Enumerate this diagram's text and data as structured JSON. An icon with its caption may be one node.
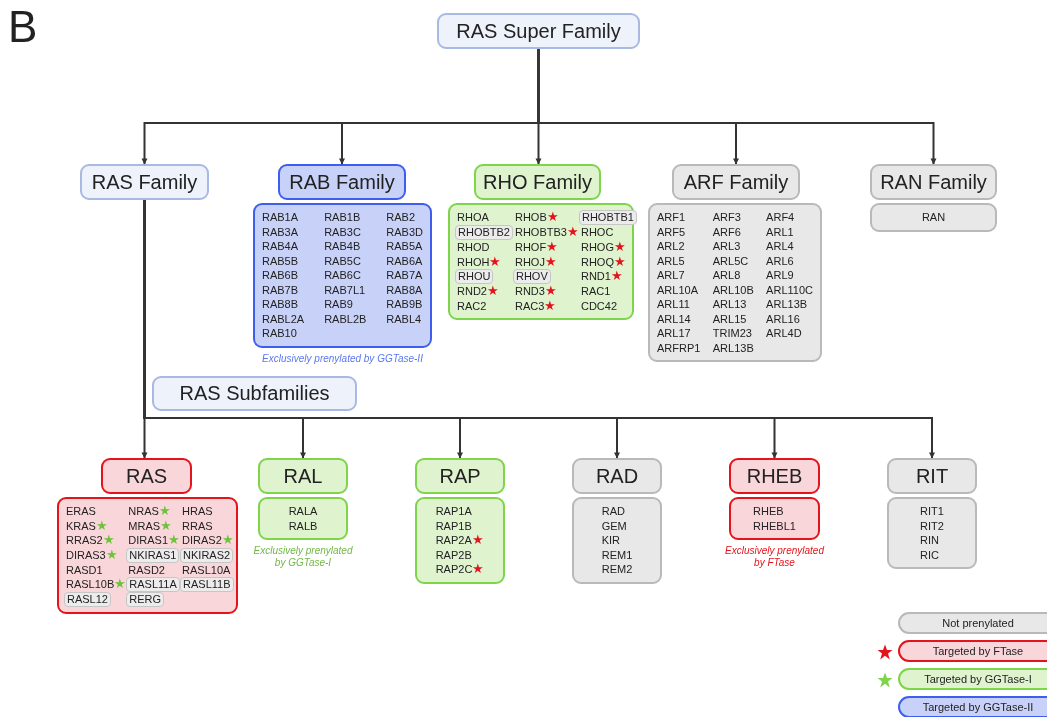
{
  "diagram": {
    "nodes": [
      {
        "text": [
          "RAS Super Family"
        ]
      },
      {
        "text": [
          "RAS Family"
        ]
      },
      {
        "text": [
          "RAB Family"
        ]
      },
      {
        "text": [
          "RAB1A",
          "RAB1B",
          "RAB2",
          "RAB3A",
          "RAB3C",
          "RAB3D",
          "RAB4A",
          "RAB4B",
          "RAB5A",
          "RAB5B",
          "RAB5C",
          "RAB6A",
          "RAB6B",
          "RAB6C",
          "RAB7A",
          "RAB7B",
          "RAB7L1",
          "RAB8A",
          "RAB8B",
          "RAB9",
          "RAB9B",
          "RABL2A",
          "RABL2B",
          "RABL4",
          "RAB10"
        ],
        "beside": [
          "Exclusively prenylated by GGTase-II"
        ]
      },
      {
        "text": [
          "RHO Family"
        ]
      },
      {
        "text": [
          "RHOA",
          "RHOB★",
          "RHOBTB3★",
          "RHOC",
          "RHOD",
          "RHOF★",
          "RHOG★",
          "RHOH★",
          "RHOJ★",
          "RHOQ★",
          "RND1★",
          "RND2★",
          "RND3★",
          "RAC1",
          "RAC2",
          "RAC3★",
          "CDC42"
        ]
      },
      {
        "text": [
          "RHOBTB1"
        ],
        "in": 5
      },
      {
        "text": [
          "RHOBTB2"
        ],
        "in": 5
      },
      {
        "text": [
          "RHOU"
        ],
        "in": 5
      },
      {
        "text": [
          "RHOV"
        ],
        "in": 5
      },
      {
        "text": [
          "ARF Family"
        ]
      },
      {
        "text": [
          "ARF1",
          "ARF3",
          "ARF4",
          "ARF5",
          "ARF6",
          "ARL1",
          "ARL2",
          "ARL3",
          "ARL4",
          "ARL5",
          "ARL5C",
          "ARL6",
          "ARL7",
          "ARL8",
          "ARL9",
          "ARL10A",
          "ARL10B",
          "ARL110C",
          "ARL11",
          "ARL13",
          "ARL13B",
          "ARL14",
          "ARL15",
          "ARL16",
          "ARL17",
          "TRIM23",
          "ARL4D",
          "ARFRP1",
          "ARL13B"
        ]
      },
      {
        "text": [
          "RAN Family"
        ]
      },
      {
        "text": [
          "RAN"
        ]
      },
      {
        "text": [
          "RAS Subfamilies"
        ]
      },
      {
        "text": [
          "RAS"
        ]
      },
      {
        "text": [
          "ERAS",
          "NRAS★",
          "HRAS",
          "KRAS★",
          "MRAS★",
          "RRAS",
          "RRAS2★",
          "DIRAS1★",
          "DIRAS2★",
          "DIRAS3★",
          "RASD1",
          "RASD2",
          "RASL10A",
          "RASL10B★"
        ]
      },
      {
        "text": [
          "NKIRAS1"
        ],
        "in": 16
      },
      {
        "text": [
          "NKIRAS2"
        ],
        "in": 16
      },
      {
        "text": [
          "RASL11A"
        ],
        "in": 16
      },
      {
        "text": [
          "RASL11B"
        ],
        "in": 16
      },
      {
        "text": [
          "RASL12"
        ],
        "in": 16
      },
      {
        "text": [
          "RERG"
        ],
        "in": 16
      },
      {
        "text": [
          "RAL"
        ]
      },
      {
        "text": [
          "RALA",
          "RALB"
        ],
        "beside": [
          "Exclusively prenylated by GGTase-I"
        ]
      },
      {
        "text": [
          "RAP"
        ]
      },
      {
        "text": [
          "RAP1A",
          "RAP1B",
          "RAP2A★",
          "RAP2B",
          "RAP2C★"
        ]
      },
      {
        "text": [
          "RAD"
        ]
      },
      {
        "text": [
          "RAD",
          "GEM",
          "KIR",
          "REM1",
          "REM2"
        ]
      },
      {
        "text": [
          "RHEB"
        ]
      },
      {
        "text": [
          "RHEB",
          "RHEBL1"
        ],
        "beside": [
          "Exclusively prenylated by FTase"
        ]
      },
      {
        "text": [
          "RIT"
        ]
      },
      {
        "text": [
          "RIT1",
          "RIT2",
          "RIN",
          "RIC"
        ]
      }
    ],
    "edges": [
      {
        "from": 0,
        "to": 1,
        "arrow": "to"
      },
      {
        "from": 0,
        "to": 2,
        "arrow": "to"
      },
      {
        "from": 0,
        "to": 4,
        "arrow": "to"
      },
      {
        "from": 0,
        "to": 10,
        "arrow": "to"
      },
      {
        "from": 0,
        "to": 12,
        "arrow": "to"
      },
      {
        "from": 1,
        "to": 15,
        "arrow": "to"
      },
      {
        "from": 1,
        "to": 23,
        "arrow": "to"
      },
      {
        "from": 1,
        "to": 25,
        "arrow": "to"
      },
      {
        "from": 1,
        "to": 27,
        "arrow": "to"
      },
      {
        "from": 1,
        "to": 29,
        "arrow": "to"
      },
      {
        "from": 1,
        "to": 31,
        "arrow": "to"
      }
    ],
    "labels": [
      "B"
    ],
    "legend": [
      {
        "text": "Not prenylated",
        "color": "#e8e8e8"
      },
      {
        "text": "Targeted by FTase",
        "color": "#f9d6da"
      },
      {
        "text": "Targeted by GGTase-I",
        "color": "#dff3cf"
      },
      {
        "text": "Targeted by GGTase-II",
        "color": "#c8d2f8"
      }
    ]
  }
}
